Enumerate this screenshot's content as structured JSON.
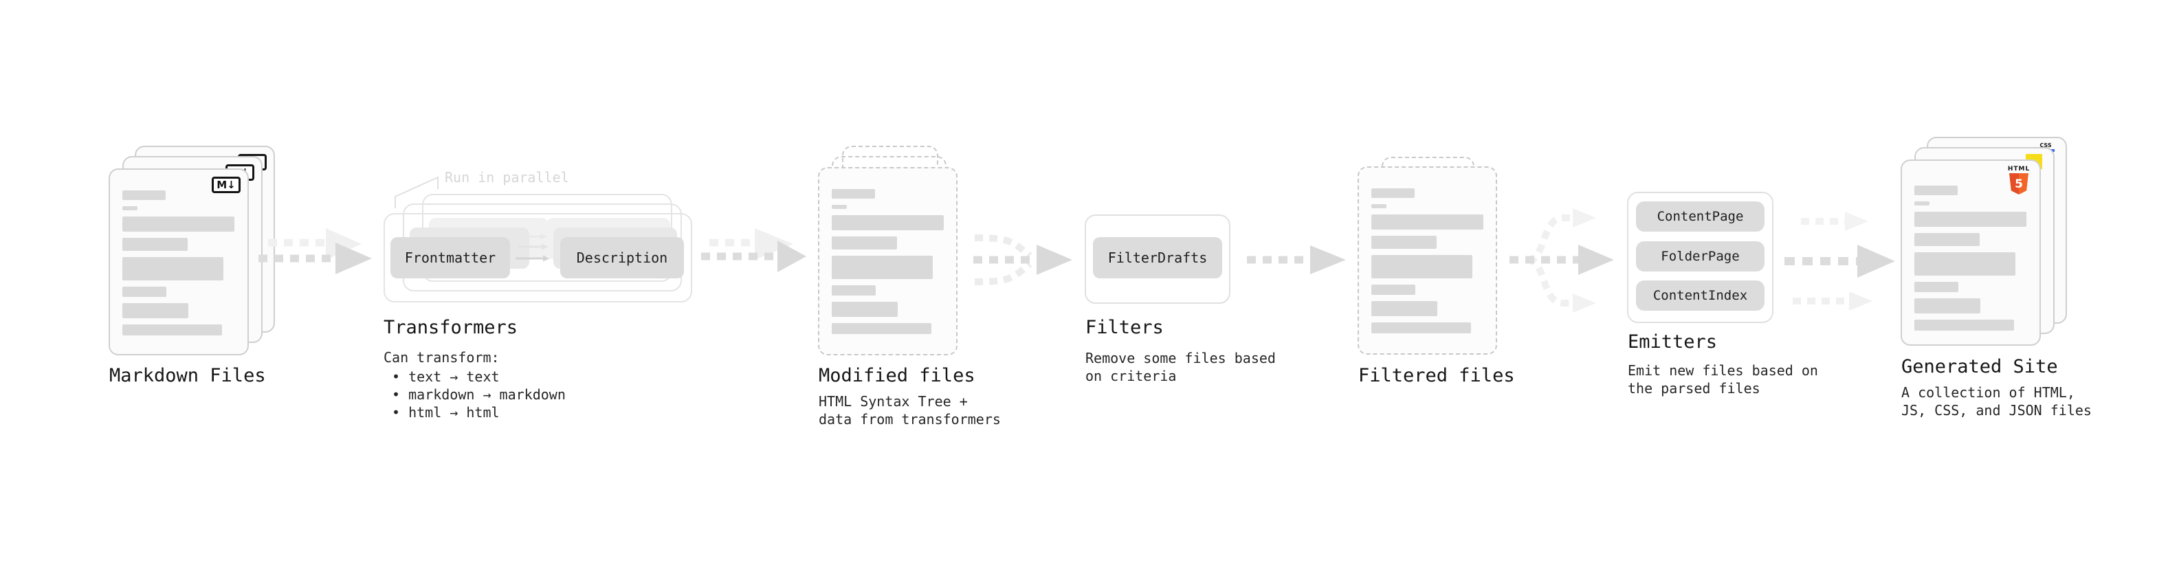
{
  "stages": {
    "markdown": {
      "label": "Markdown Files",
      "badge": "M↓"
    },
    "transformers": {
      "label": "Transformers",
      "annotation": "Run in parallel",
      "input_pill": "Frontmatter",
      "output_pill": "Description",
      "note_title": "Can transform:",
      "bullets": [
        "• text → text",
        "• markdown → markdown",
        "• html → html"
      ]
    },
    "modified": {
      "label": "Modified files",
      "sublabel": "HTML Syntax Tree +\ndata from transformers"
    },
    "filters": {
      "label": "Filters",
      "pill": "FilterDrafts",
      "sublabel": "Remove some files based\non criteria"
    },
    "filtered": {
      "label": "Filtered files"
    },
    "emitters": {
      "label": "Emitters",
      "pills": [
        "ContentPage",
        "FolderPage",
        "ContentIndex"
      ],
      "sublabel": "Emit new files based on\nthe parsed files"
    },
    "generated": {
      "label": "Generated Site",
      "sublabel": "A collection of HTML,\nJS, CSS, and JSON files",
      "badges": {
        "html_word": "HTML",
        "html_number": "5",
        "css_word": "CSS"
      }
    }
  },
  "colors": {
    "html5_orange": "#e44d26",
    "js_yellow": "#f5de19",
    "css_blue": "#2764f0",
    "arrow_medium": "#d9d9d9",
    "arrow_light": "#f0f0f0"
  }
}
